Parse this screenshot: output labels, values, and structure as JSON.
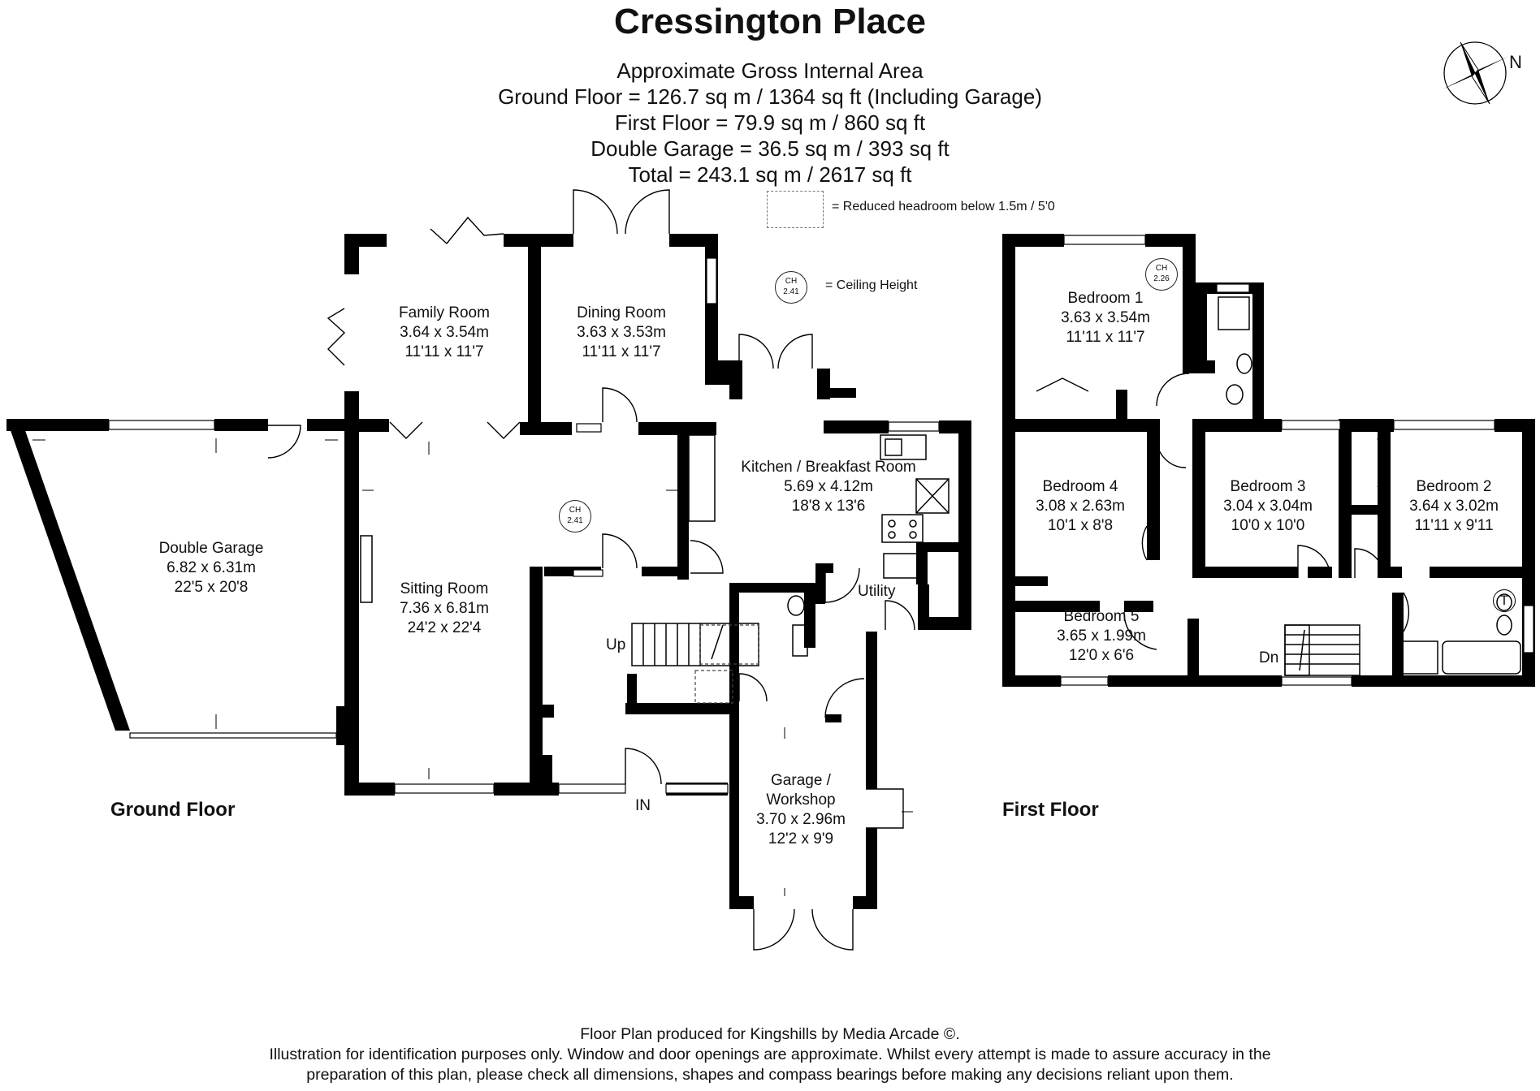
{
  "title": "Cressington Place",
  "area": {
    "heading": "Approximate Gross Internal Area",
    "ground": "Ground Floor = 126.7 sq m / 1364 sq ft (Including Garage)",
    "first": "First Floor = 79.9 sq m / 860 sq ft",
    "garage": "Double Garage = 36.5 sq m / 393 sq ft",
    "total": "Total = 243.1 sq m / 2617 sq ft"
  },
  "legend": {
    "reduced_headroom": "= Reduced headroom below 1.5m / 5'0",
    "ceiling_height": "= Ceiling Height",
    "ch_abbrev": "CH",
    "ch_value": "2.41"
  },
  "compass": {
    "north": "N",
    "icon": "compass-rose-icon"
  },
  "ground_floor": {
    "label": "Ground Floor",
    "rooms": {
      "family": {
        "name": "Family Room",
        "metric": "3.64 x 3.54m",
        "imperial": "11'11 x 11'7"
      },
      "dining": {
        "name": "Dining Room",
        "metric": "3.63 x 3.53m",
        "imperial": "11'11 x 11'7"
      },
      "kitchen": {
        "name": "Kitchen / Breakfast Room",
        "metric": "5.69 x 4.12m",
        "imperial": "18'8 x 13'6"
      },
      "double_garage": {
        "name": "Double Garage",
        "metric": "6.82 x 6.31m",
        "imperial": "22'5 x 20'8"
      },
      "sitting": {
        "name": "Sitting Room",
        "metric": "7.36 x 6.81m",
        "imperial": "24'2 x 22'4"
      },
      "workshop": {
        "name": "Garage /",
        "name2": "Workshop",
        "metric": "3.70 x 2.96m",
        "imperial": "12'2 x 9'9"
      }
    },
    "utility": "Utility",
    "up": "Up",
    "in": "IN",
    "ch_abbrev": "CH",
    "ch_value": "2.41"
  },
  "first_floor": {
    "label": "First Floor",
    "rooms": {
      "bed1": {
        "name": "Bedroom 1",
        "metric": "3.63 x 3.54m",
        "imperial": "11'11 x 11'7"
      },
      "bed2": {
        "name": "Bedroom 2",
        "metric": "3.64 x 3.02m",
        "imperial": "11'11 x 9'11"
      },
      "bed3": {
        "name": "Bedroom 3",
        "metric": "3.04 x 3.04m",
        "imperial": "10'0 x 10'0"
      },
      "bed4": {
        "name": "Bedroom 4",
        "metric": "3.08 x 2.63m",
        "imperial": "10'1 x 8'8"
      },
      "bed5": {
        "name": "Bedroom 5",
        "metric": "3.65 x 1.99m",
        "imperial": "12'0 x 6'6"
      }
    },
    "dn": "Dn",
    "tank": "T",
    "ch_abbrev": "CH",
    "ch_value": "2.26"
  },
  "footer": {
    "line1": "Floor Plan produced for Kingshills by Media Arcade ©.",
    "line2": "Illustration for identification purposes only. Window and door openings are approximate. Whilst every attempt is made to assure accuracy in the",
    "line3": "preparation of this plan, please check all dimensions, shapes and compass bearings before making any decisions reliant upon them."
  }
}
